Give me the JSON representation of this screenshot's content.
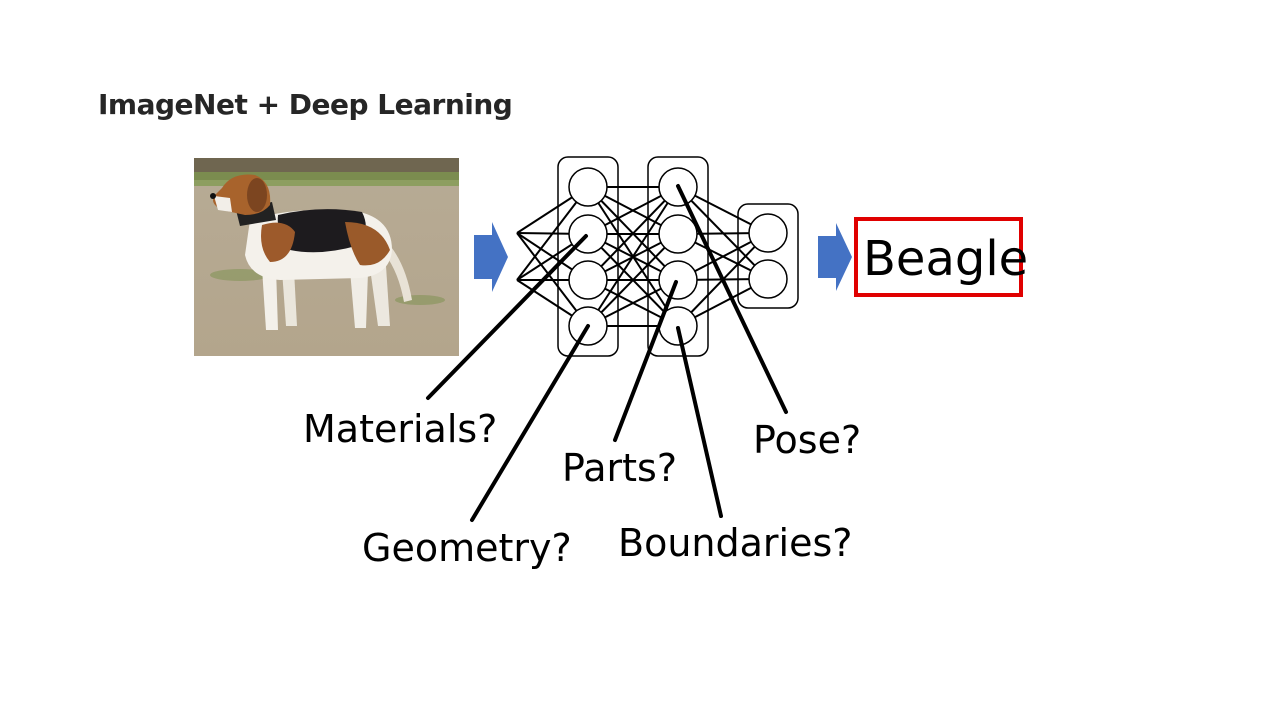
{
  "slide": {
    "title": "ImageNet + Deep Learning"
  },
  "input_image": {
    "description_icon": "beagle-dog-photo-icon"
  },
  "network": {
    "layers": [
      {
        "nodes": 4
      },
      {
        "nodes": 4
      },
      {
        "nodes": 2
      }
    ]
  },
  "prediction": {
    "label": "Beagle",
    "highlight_color": "#e00000"
  },
  "arrow_color": "#4472c4",
  "callouts": {
    "materials": "Materials?",
    "geometry": "Geometry?",
    "parts": "Parts?",
    "boundaries": "Boundaries?",
    "pose": "Pose?"
  }
}
